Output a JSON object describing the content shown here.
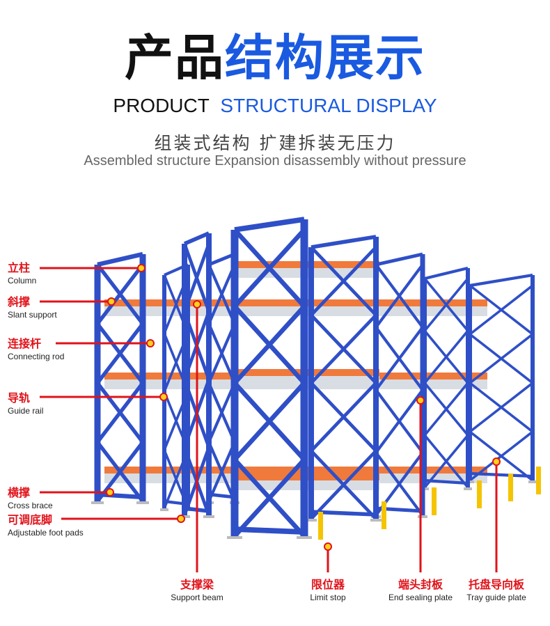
{
  "header": {
    "title_black": "产品",
    "title_blue": "结构展示",
    "en_black": "PRODUCT",
    "en_blue": "STRUCTURAL DISPLAY",
    "subtitle_cn": "组装式结构 扩建拆装无压力",
    "subtitle_en": "Assembled structure  Expansion disassembly without pressure"
  },
  "colors": {
    "accent_blue": "#1a5ae0",
    "label_red": "#e0131a",
    "rack_blue": "#2f4fc7",
    "beam_orange": "#f07a3c",
    "dot_yellow": "#ffd21a"
  },
  "left_labels": [
    {
      "cn": "立柱",
      "en": "Column"
    },
    {
      "cn": "斜撑",
      "en": "Slant support"
    },
    {
      "cn": "连接杆",
      "en": "Connecting rod"
    },
    {
      "cn": "导轨",
      "en": "Guide rail"
    },
    {
      "cn": "横撑",
      "en": "Cross brace"
    },
    {
      "cn": "可调底脚",
      "en": "Adjustable foot pads"
    }
  ],
  "bottom_labels": [
    {
      "cn": "支撑梁",
      "en": "Support beam"
    },
    {
      "cn": "限位器",
      "en": "Limit stop"
    },
    {
      "cn": "端头封板",
      "en": "End sealing plate"
    },
    {
      "cn": "托盘导向板",
      "en": "Tray guide plate"
    }
  ]
}
